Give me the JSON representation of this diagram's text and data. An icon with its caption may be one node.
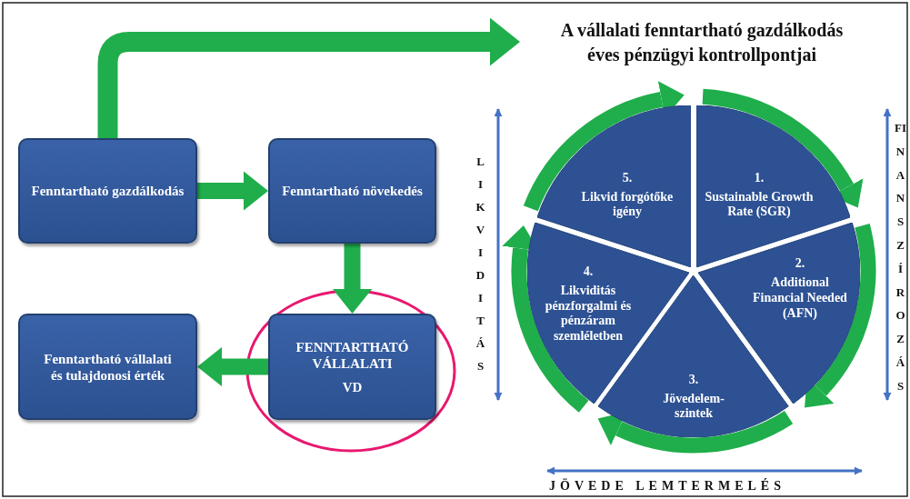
{
  "diagram": {
    "nodes": [
      {
        "text": [
          "Fenntartható gazdálkodás"
        ]
      },
      {
        "text": [
          "Fenntartható növekedés"
        ]
      },
      {
        "text": [
          "FENNTARTHATÓ VÁLLALATI",
          "VD"
        ]
      },
      {
        "text": [
          "Fenntartható vállalati és tulajdonosi érték"
        ]
      },
      {
        "text": [
          "A vállalati fenntartható gazdálkodás éves pénzügyi kontrollpontjai"
        ]
      },
      {
        "text": [
          "1.",
          "Sustainable Growth Rate (SGR)"
        ]
      },
      {
        "text": [
          "2.",
          "Additional Financial Needed (AFN)"
        ]
      },
      {
        "text": [
          "3.",
          "Jövedelem-szintek"
        ]
      },
      {
        "text": [
          "4.",
          "Likviditás pénzforgalmi és pénzáram szemléletben"
        ]
      },
      {
        "text": [
          "5.",
          "Likvid forgótőke igény"
        ]
      }
    ],
    "edges": [
      {
        "from": 0,
        "to": 4,
        "arrow": "to"
      },
      {
        "from": 0,
        "to": 1,
        "arrow": "to"
      },
      {
        "from": 1,
        "to": 2,
        "arrow": "to"
      },
      {
        "from": 2,
        "to": 3,
        "arrow": "to"
      },
      {
        "from": 5,
        "to": 6,
        "arrow": "to"
      },
      {
        "from": 6,
        "to": 7,
        "arrow": "to"
      },
      {
        "from": 7,
        "to": 8,
        "arrow": "to"
      },
      {
        "from": 8,
        "to": 9,
        "arrow": "to"
      },
      {
        "from": 9,
        "to": 5,
        "arrow": "to"
      }
    ],
    "labels": [
      "LIKVIDITÁS",
      "FINANSZÍROZÁS",
      "JÖVEDE LEMTERMELÉS"
    ]
  }
}
